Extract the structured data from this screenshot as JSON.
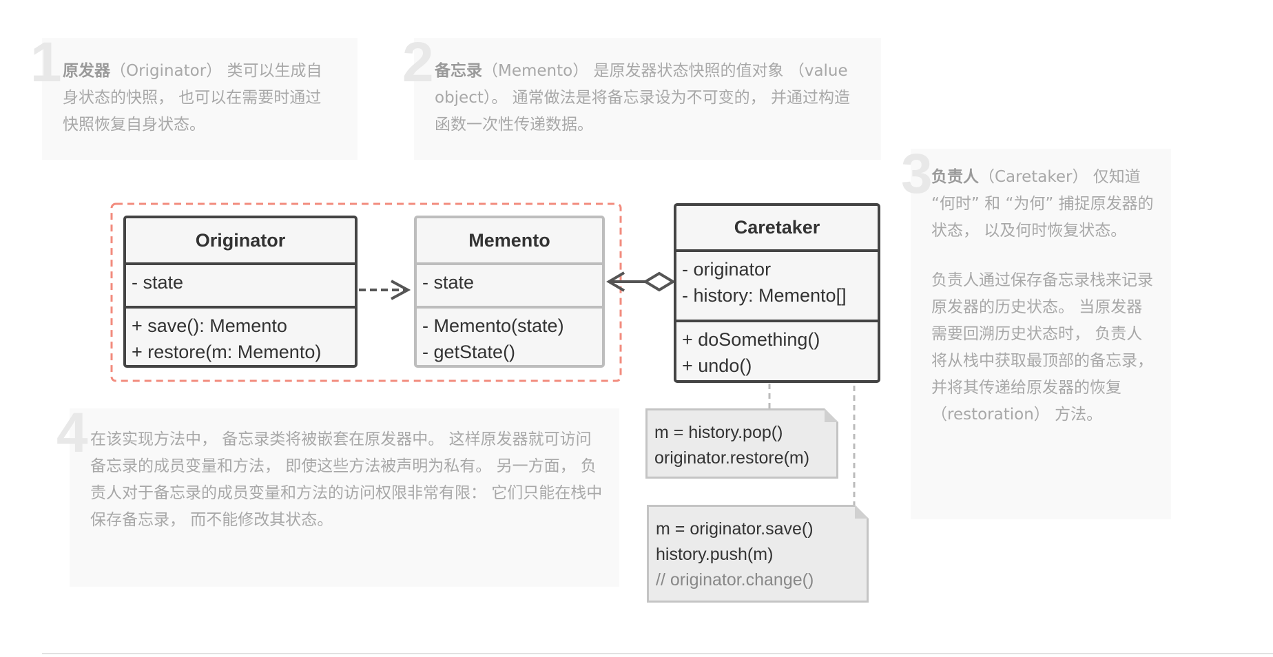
{
  "cards": [
    {
      "num": "1",
      "bold": "原发器",
      "text": "（Originator） 类可以生成自身状态的快照， 也可以在需要时通过快照恢复自身状态。"
    },
    {
      "num": "2",
      "bold": "备忘录",
      "text": "（Memento） 是原发器状态快照的值对象 （value object）。 通常做法是将备忘录设为不可变的， 并通过构造函数一次性传递数据。"
    },
    {
      "num": "3",
      "bold": "负责人",
      "text": "（Caretaker） 仅知道 “何时” 和 “为何” 捕捉原发器的状态， 以及何时恢复状态。",
      "text2": "负责人通过保存备忘录栈来记录原发器的历史状态。 当原发器需要回溯历史状态时， 负责人将从栈中获取最顶部的备忘录， 并将其传递给原发器的恢复（restoration） 方法。"
    },
    {
      "num": "4",
      "text": "在该实现方法中， 备忘录类将被嵌套在原发器中。 这样原发器就可访问备忘录的成员变量和方法， 即使这些方法被声明为私有。 另一方面， 负责人对于备忘录的成员变量和方法的访问权限非常有限： 它们只能在栈中保存备忘录， 而不能修改其状态。"
    }
  ],
  "classes": {
    "originator": {
      "name": "Originator",
      "fields": [
        "- state"
      ],
      "methods": [
        "+ save(): Memento",
        "+ restore(m: Memento)"
      ]
    },
    "memento": {
      "name": "Memento",
      "fields": [
        "- state"
      ],
      "methods": [
        "- Memento(state)",
        "- getState()"
      ]
    },
    "caretaker": {
      "name": "Caretaker",
      "fields": [
        "- originator",
        "- history: Memento[]"
      ],
      "methods": [
        "+ doSomething()",
        "+ undo()"
      ]
    }
  },
  "notes": {
    "undo": [
      "m = history.pop()",
      "originator.restore(m)"
    ],
    "doSomething": [
      "m = originator.save()",
      "history.push(m)"
    ],
    "doSomething_comment": "// originator.change()"
  },
  "colors": {
    "nested_border": "#f28b7d",
    "class_border": "#444444",
    "muted_border": "#bdbdbd"
  }
}
